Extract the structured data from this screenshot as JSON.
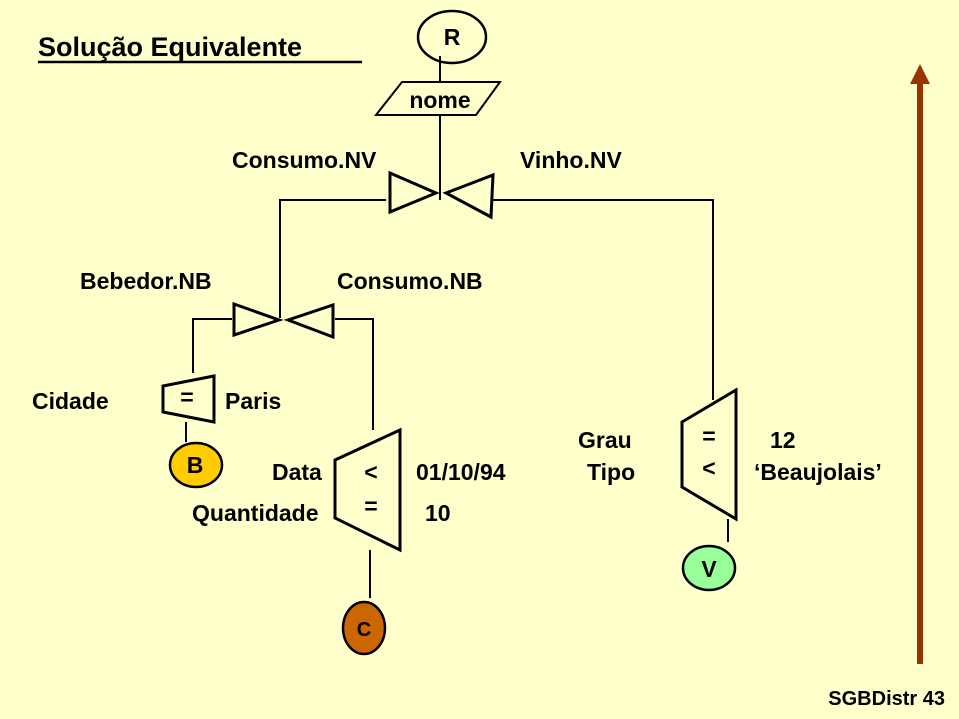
{
  "title": "Solução Equivalente",
  "footer": "SGBDistr 43",
  "colors": {
    "background": "#ffffcc",
    "arrow": "#993300",
    "relation_B": "#ffcc00",
    "relation_C": "#cc6600",
    "relation_V": "#99ff99"
  },
  "nodes": {
    "result": "R",
    "projection": "nome",
    "relation_b": "B",
    "relation_c": "C",
    "relation_v": "V"
  },
  "join_top": {
    "left_attr": "Consumo.NV",
    "right_attr": "Vinho.NV"
  },
  "join_bottom": {
    "left_attr": "Bebedor.NB",
    "right_attr": "Consumo.NB"
  },
  "select_b": {
    "attribute": "Cidade",
    "operator": "=",
    "value": "Paris"
  },
  "select_c": {
    "conditions": [
      {
        "attribute": "Data",
        "operator": "<",
        "value": "01/10/94"
      },
      {
        "attribute": "Quantidade",
        "operator": "=",
        "value": "10"
      }
    ]
  },
  "select_v": {
    "conditions": [
      {
        "attribute": "Grau",
        "operator": "=",
        "value": "12"
      },
      {
        "attribute": "Tipo",
        "operator": "<",
        "value": "‘Beaujolais’"
      }
    ]
  }
}
